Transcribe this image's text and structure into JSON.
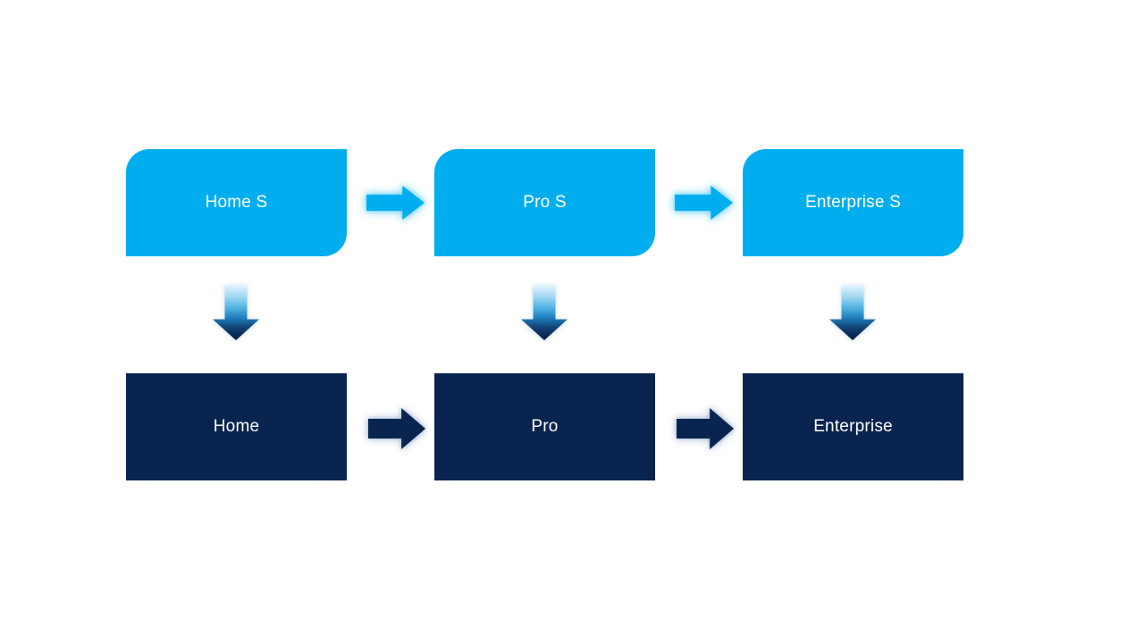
{
  "colors": {
    "background": "#FFFFFF",
    "light_blue": "#00AEEF",
    "navy": "#0A2450",
    "label_text": "#FFFFFF"
  },
  "icons": {
    "right_arrow_light": "block-arrow-right-icon",
    "right_arrow_dark": "block-arrow-right-icon",
    "down_arrow_gradient": "block-arrow-down-icon"
  },
  "diagram": {
    "top_row": [
      {
        "label": "Home S"
      },
      {
        "label": "Pro S"
      },
      {
        "label": "Enterprise S"
      }
    ],
    "bottom_row": [
      {
        "label": "Home"
      },
      {
        "label": "Pro"
      },
      {
        "label": "Enterprise"
      }
    ]
  }
}
